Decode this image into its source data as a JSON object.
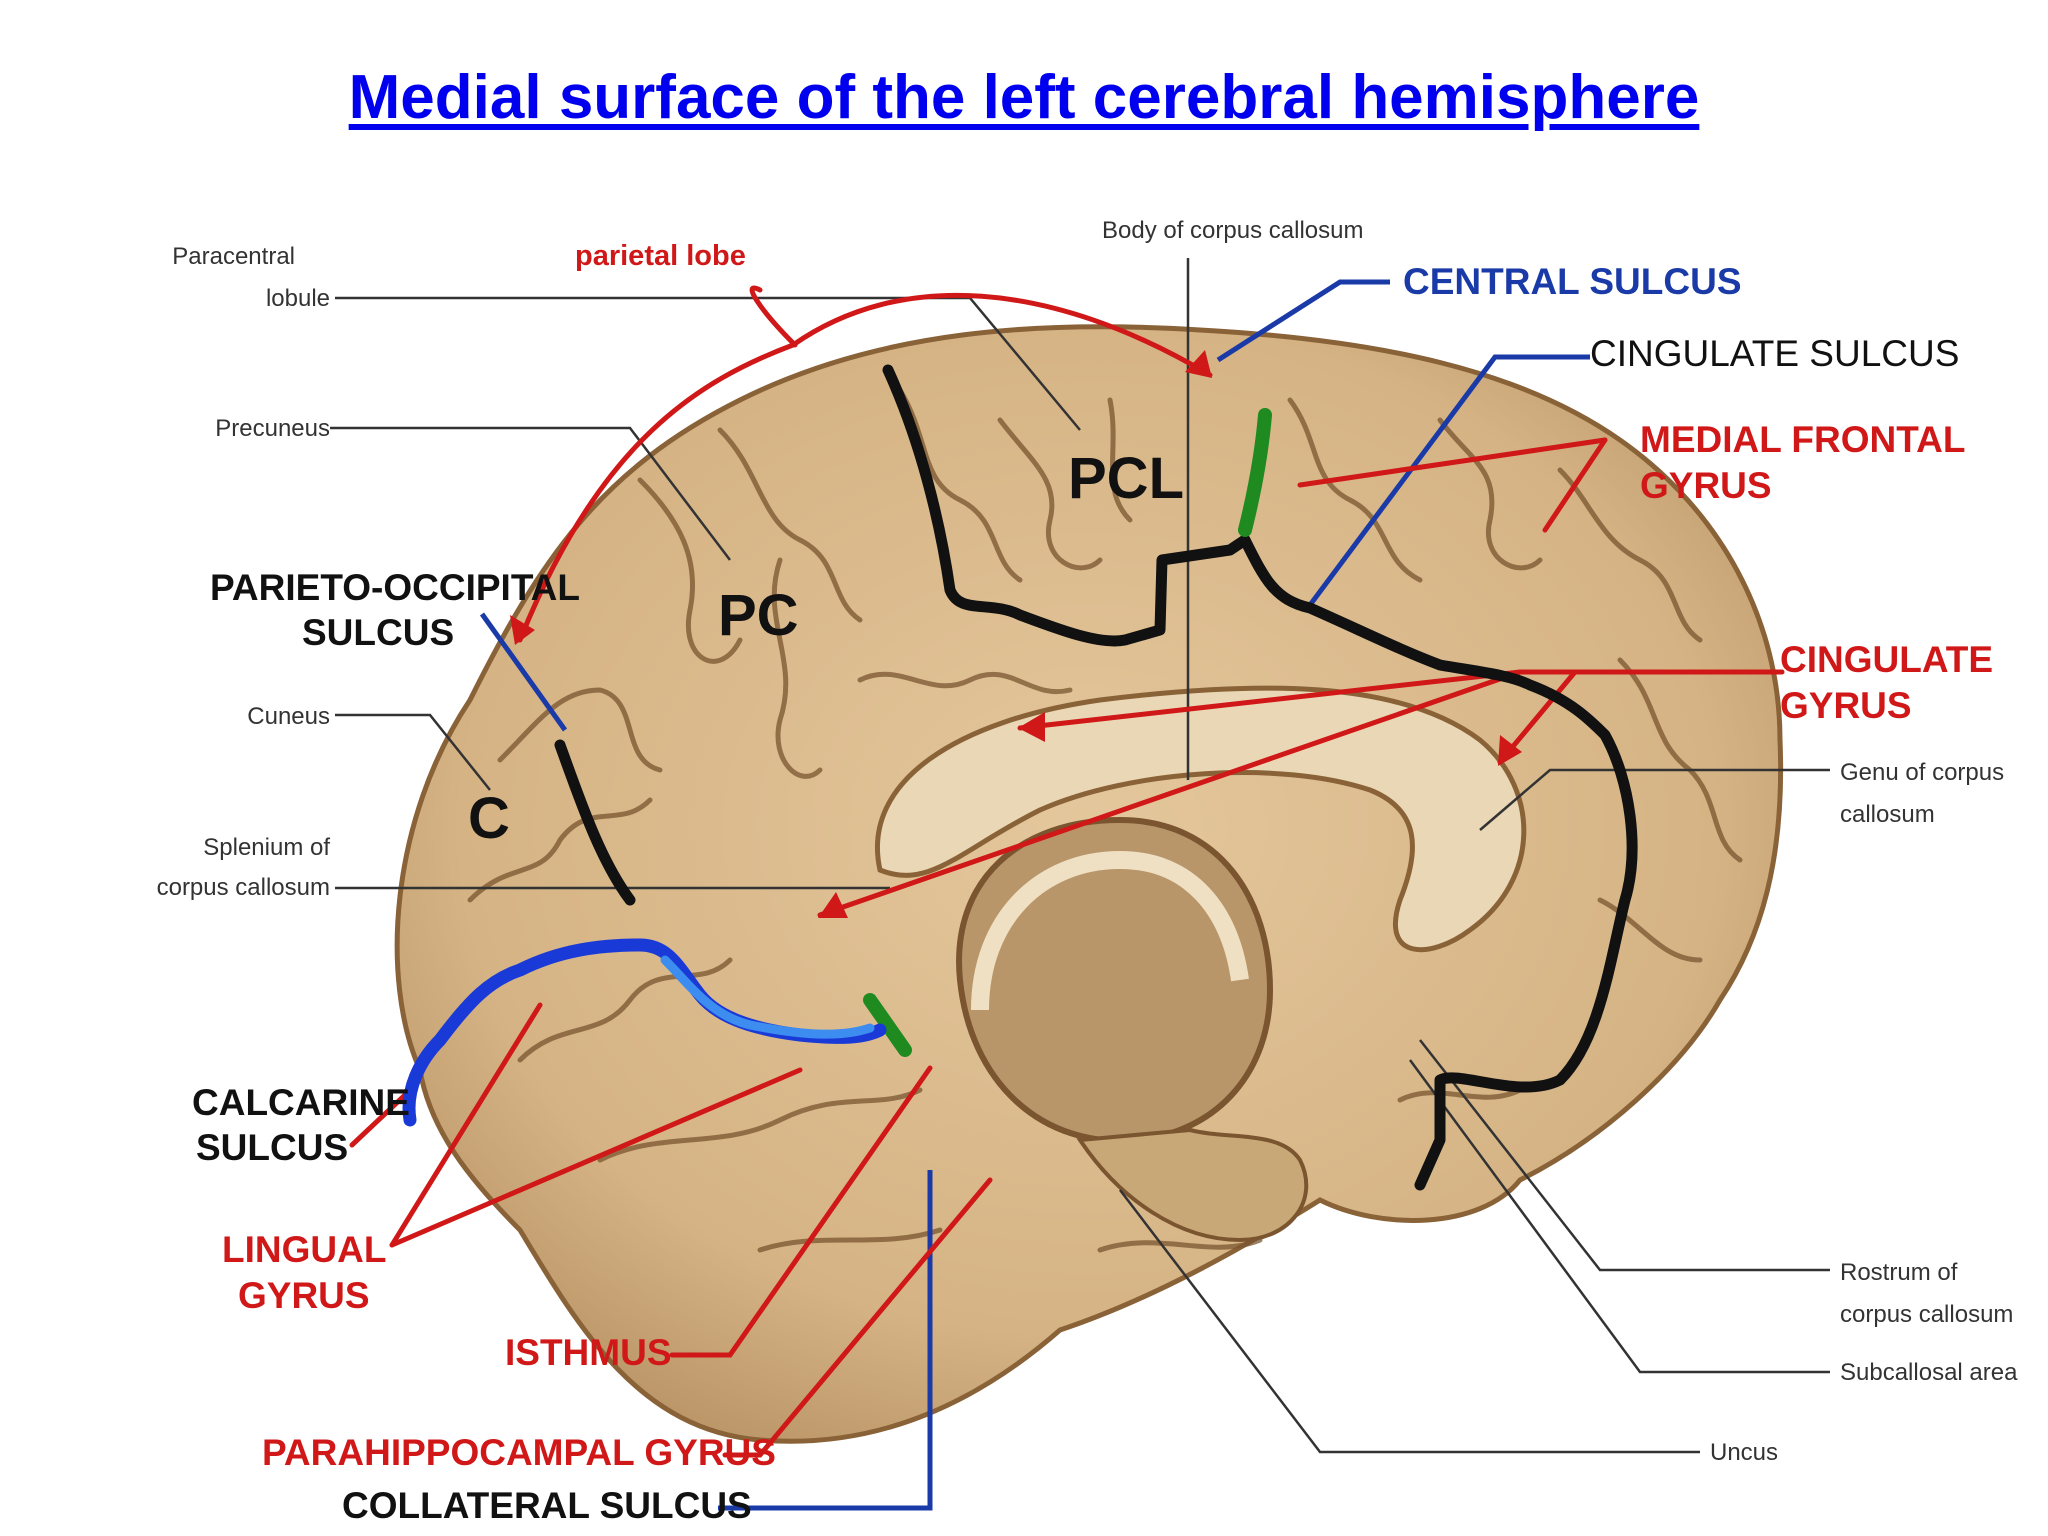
{
  "title": "Medial surface of the left cerebral hemisphere",
  "labels": {
    "paracentral_1": "Paracentral",
    "paracentral_2": "lobule",
    "parietal_lobe": "parietal  lobe",
    "body_cc": "Body of corpus callosum",
    "central_sulcus": "CENTRAL SULCUS",
    "cingulate_sulcus": "CINGULATE SULCUS",
    "medial_frontal_1": "MEDIAL FRONTAL",
    "medial_frontal_2": "GYRUS",
    "precuneus": "Precuneus",
    "pcl": "PCL",
    "pc": "PC",
    "parieto_1": "PARIETO-OCCIPITAL",
    "parieto_2": "SULCUS",
    "cuneus": "Cuneus",
    "c": "C",
    "cingulate_gyrus_1": "CINGULATE",
    "cingulate_gyrus_2": "GYRUS",
    "genu_1": "Genu of corpus",
    "genu_2": "callosum",
    "splenium_1": "Splenium of",
    "splenium_2": "corpus callosum",
    "calcarine_1": "CALCARINE",
    "calcarine_2": "SULCUS",
    "lingual_1": "LINGUAL",
    "lingual_2": "GYRUS",
    "isthmus": "ISTHMUS",
    "parahippocampal": "PARAHIPPOCAMPAL GYRUS",
    "collateral": "COLLATERAL SULCUS",
    "rostrum_1": "Rostrum of",
    "rostrum_2": "corpus callosum",
    "subcallosal": "Subcallosal area",
    "uncus": "Uncus"
  },
  "colors": {
    "brain": "#d9b98c",
    "brain_dark": "#a07a4e",
    "fold": "#7a5530",
    "red": "#d01818",
    "blue": "#1a3aa8",
    "black": "#111111",
    "green": "#1f8a1f",
    "light_blue": "#2f7fe0"
  }
}
